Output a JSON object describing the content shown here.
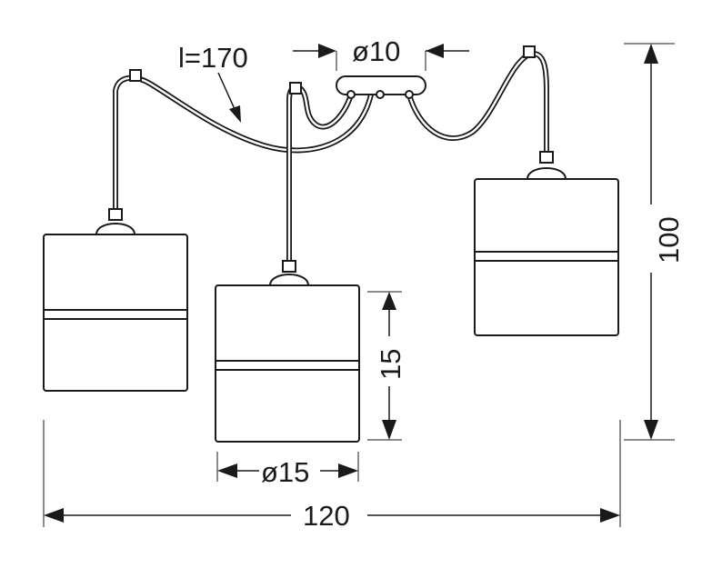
{
  "dimensions": {
    "cable_length": "l=170",
    "canopy_diameter": "ø10",
    "total_height": "100",
    "shade_height": "15",
    "shade_diameter": "ø15",
    "total_width": "120"
  },
  "colors": {
    "line": "#1a1a1a",
    "background": "#ffffff"
  }
}
